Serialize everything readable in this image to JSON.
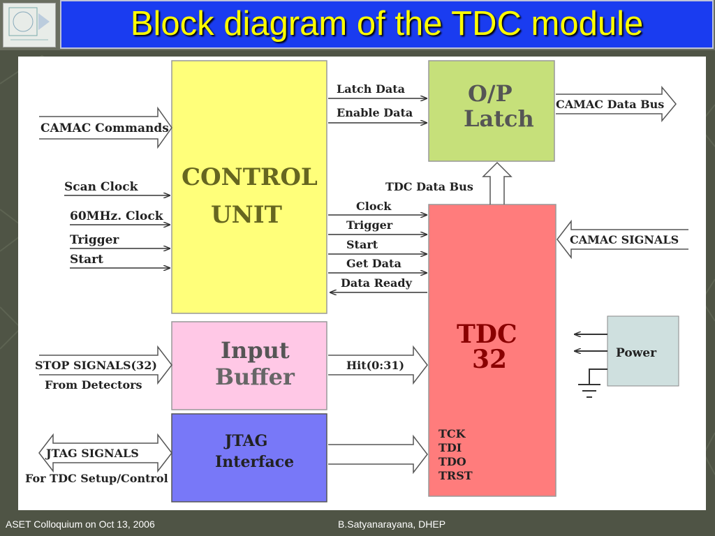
{
  "title": "Block diagram of the TDC module",
  "footer": {
    "left": "ASET Colloquium on Oct 13, 2006",
    "right": "B.Satyanarayana, DHEP"
  },
  "blocks": {
    "control_unit": [
      "CONTROL",
      "UNIT"
    ],
    "op_latch": [
      "O/P",
      "Latch"
    ],
    "input_buffer": [
      "Input",
      "Buffer"
    ],
    "jtag_interface": [
      "JTAG",
      "Interface"
    ],
    "tdc": [
      "TDC",
      "32"
    ],
    "power": "Power"
  },
  "tdc_pins": [
    "TCK",
    "TDI",
    "TDO",
    "TRST"
  ],
  "signals": {
    "camac_commands": "CAMAC Commands",
    "scan_clock": "Scan Clock",
    "clock_60mhz": "60MHz. Clock",
    "trigger_in": "Trigger",
    "start_in": "Start",
    "stop_signals": "STOP SIGNALS(32)",
    "from_detectors": "From Detectors",
    "jtag_signals": "JTAG SIGNALS",
    "jtag_setup": "For TDC Setup/Control",
    "latch_data": "Latch Data",
    "enable_data": "Enable Data",
    "camac_data_bus": "CAMAC Data Bus",
    "tdc_data_bus": "TDC Data Bus",
    "clock": "Clock",
    "trigger": "Trigger",
    "start": "Start",
    "get_data": "Get Data",
    "data_ready": "Data Ready",
    "camac_signals": "CAMAC SIGNALS",
    "hit": "Hit(0:31)"
  },
  "colors": {
    "title_bar": "#1a3cf0",
    "title_text": "#ffff00",
    "control_unit": "#ffff7a",
    "op_latch": "#c6e07a",
    "input_buffer": "#ffc8e6",
    "jtag_interface": "#7878f8",
    "tdc": "#ff7c7c",
    "power": "#cfe0df"
  }
}
